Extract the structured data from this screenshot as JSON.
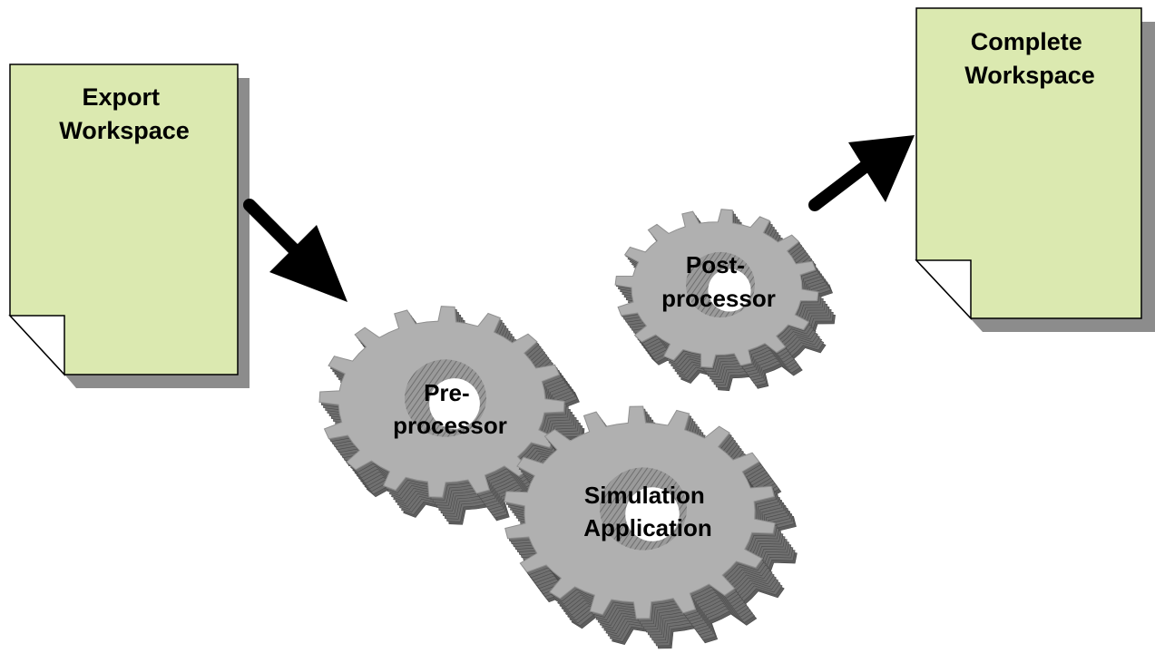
{
  "diagram": {
    "documents": [
      {
        "id": "export",
        "lines": [
          "Export",
          "Workspace"
        ]
      },
      {
        "id": "complete",
        "lines": [
          "Complete",
          "Workspace"
        ]
      }
    ],
    "gears": [
      {
        "id": "preprocessor",
        "lines": [
          "Pre-",
          "processor"
        ]
      },
      {
        "id": "simulation",
        "lines": [
          "Simulation",
          "Application"
        ]
      },
      {
        "id": "postprocessor",
        "lines": [
          "Post-",
          "processor"
        ]
      }
    ],
    "colors": {
      "document_fill": "#dbe9b0",
      "document_shadow": "#8c8c8c",
      "gear_face": "#b0b0b0",
      "gear_side": "#707070",
      "gear_hole": "#8a8a8a",
      "arrow": "#000000"
    }
  }
}
